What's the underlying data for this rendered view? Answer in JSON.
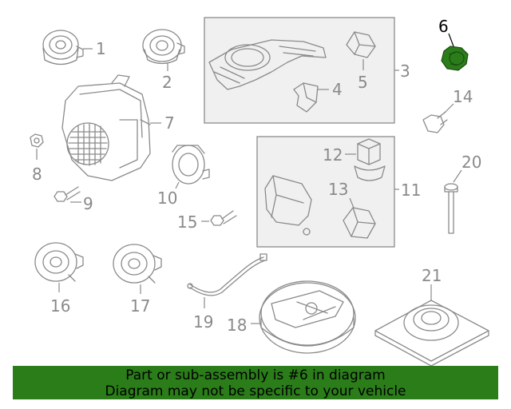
{
  "callouts": {
    "c1": "1",
    "c2": "2",
    "c3": "3",
    "c4": "4",
    "c5": "5",
    "c6": "6",
    "c7": "7",
    "c8": "8",
    "c9": "9",
    "c10": "10",
    "c11": "11",
    "c12": "12",
    "c13": "13",
    "c14": "14",
    "c15": "15",
    "c16": "16",
    "c17": "17",
    "c18": "18",
    "c19": "19",
    "c20": "20",
    "c21": "21"
  },
  "highlight": {
    "part": "6",
    "color": "#2b7d1a"
  },
  "banner": {
    "line1": "Part or sub-assembly is #6 in diagram",
    "line2": "Diagram may not be specific to your vehicle",
    "background": "#2b7d1a"
  }
}
